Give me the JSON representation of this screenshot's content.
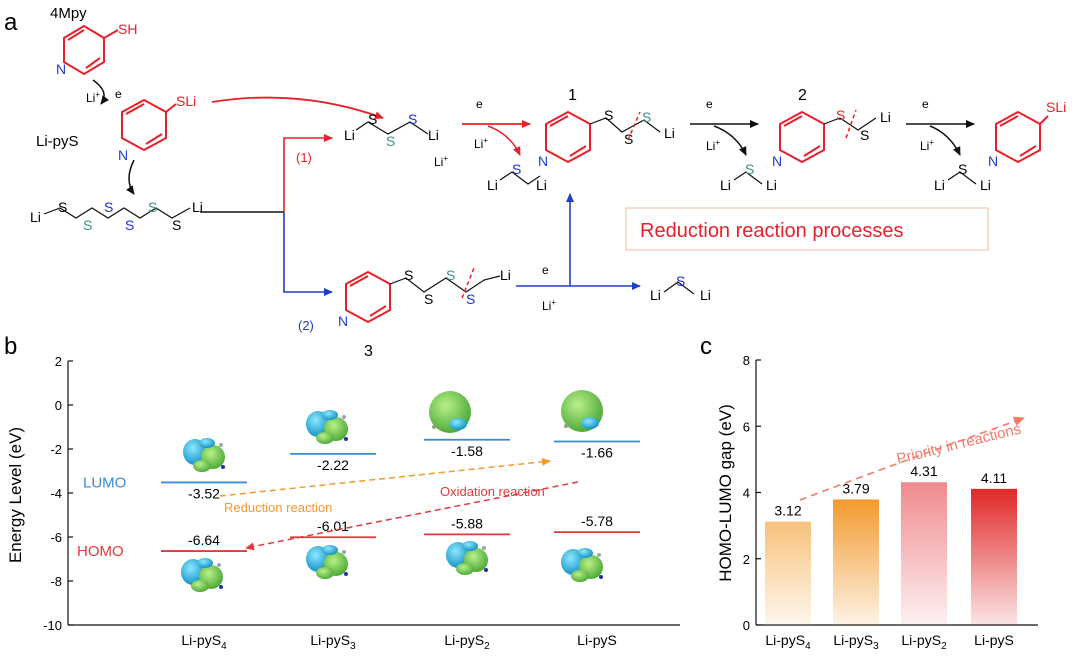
{
  "panels": {
    "a": "a",
    "b": "b",
    "c": "c"
  },
  "reaction_scheme": {
    "molecules": {
      "fourmpy": "4Mpy",
      "sh": "SH",
      "lipys": "Li-pyS",
      "sli": "SLi",
      "n": "N",
      "s": "S",
      "li": "Li"
    },
    "reagents": {
      "e": "e",
      "li_plus": "Li",
      "plus": "+"
    },
    "paths": {
      "p1": "(1)",
      "p2": "(2)"
    },
    "intermediates": {
      "i1": "1",
      "i2": "2",
      "i3": "3"
    },
    "box_label": "Reduction reaction processes"
  },
  "colors": {
    "red": "#e8202a",
    "blue": "#1f3ec8",
    "teal": "#3a8f86",
    "blue_s": "#1f2fd6",
    "lumo": "#3b8ad1",
    "homo": "#e03a3a",
    "orange": "#f39a2e",
    "salmon": "#f07c6a"
  },
  "chart_data": [
    {
      "type": "scatter",
      "ylabel": "Energy Level (eV)",
      "ylim": [
        -10,
        2
      ],
      "yticks": [
        "2",
        "0",
        "-2",
        "-4",
        "-6",
        "-8",
        "-10"
      ],
      "categories": [
        "Li-pyS4",
        "Li-pyS3",
        "Li-pyS2",
        "Li-pyS"
      ],
      "category_labels": [
        {
          "base": "Li-pyS",
          "sub": "4"
        },
        {
          "base": "Li-pyS",
          "sub": "3"
        },
        {
          "base": "Li-pyS",
          "sub": "2"
        },
        {
          "base": "Li-pyS",
          "sub": ""
        }
      ],
      "series": [
        {
          "name": "LUMO",
          "values": [
            -3.52,
            -2.22,
            -1.58,
            -1.66
          ]
        },
        {
          "name": "HOMO",
          "values": [
            -6.64,
            -6.01,
            -5.88,
            -5.78
          ]
        }
      ],
      "value_labels": {
        "LUMO": [
          "-3.52",
          "-2.22",
          "-1.58",
          "-1.66"
        ],
        "HOMO": [
          "-6.64",
          "-6.01",
          "-5.88",
          "-5.78"
        ]
      },
      "annotations": [
        "Reduction reaction",
        "Oxidation reaction"
      ]
    },
    {
      "type": "bar",
      "ylabel": "HOMO-LUMO gap (eV)",
      "ylim": [
        0,
        8
      ],
      "yticks": [
        "0",
        "2",
        "4",
        "6",
        "8"
      ],
      "categories": [
        "Li-pyS4",
        "Li-pyS3",
        "Li-pyS2",
        "Li-pyS"
      ],
      "values": [
        3.12,
        3.79,
        4.31,
        4.11
      ],
      "value_labels": [
        "3.12",
        "3.79",
        "4.31",
        "4.11"
      ],
      "bar_colors": [
        "#f7c27a",
        "#f39a2e",
        "#f08a8e",
        "#e02828"
      ],
      "annotations": [
        "Priority in reactions"
      ]
    }
  ]
}
